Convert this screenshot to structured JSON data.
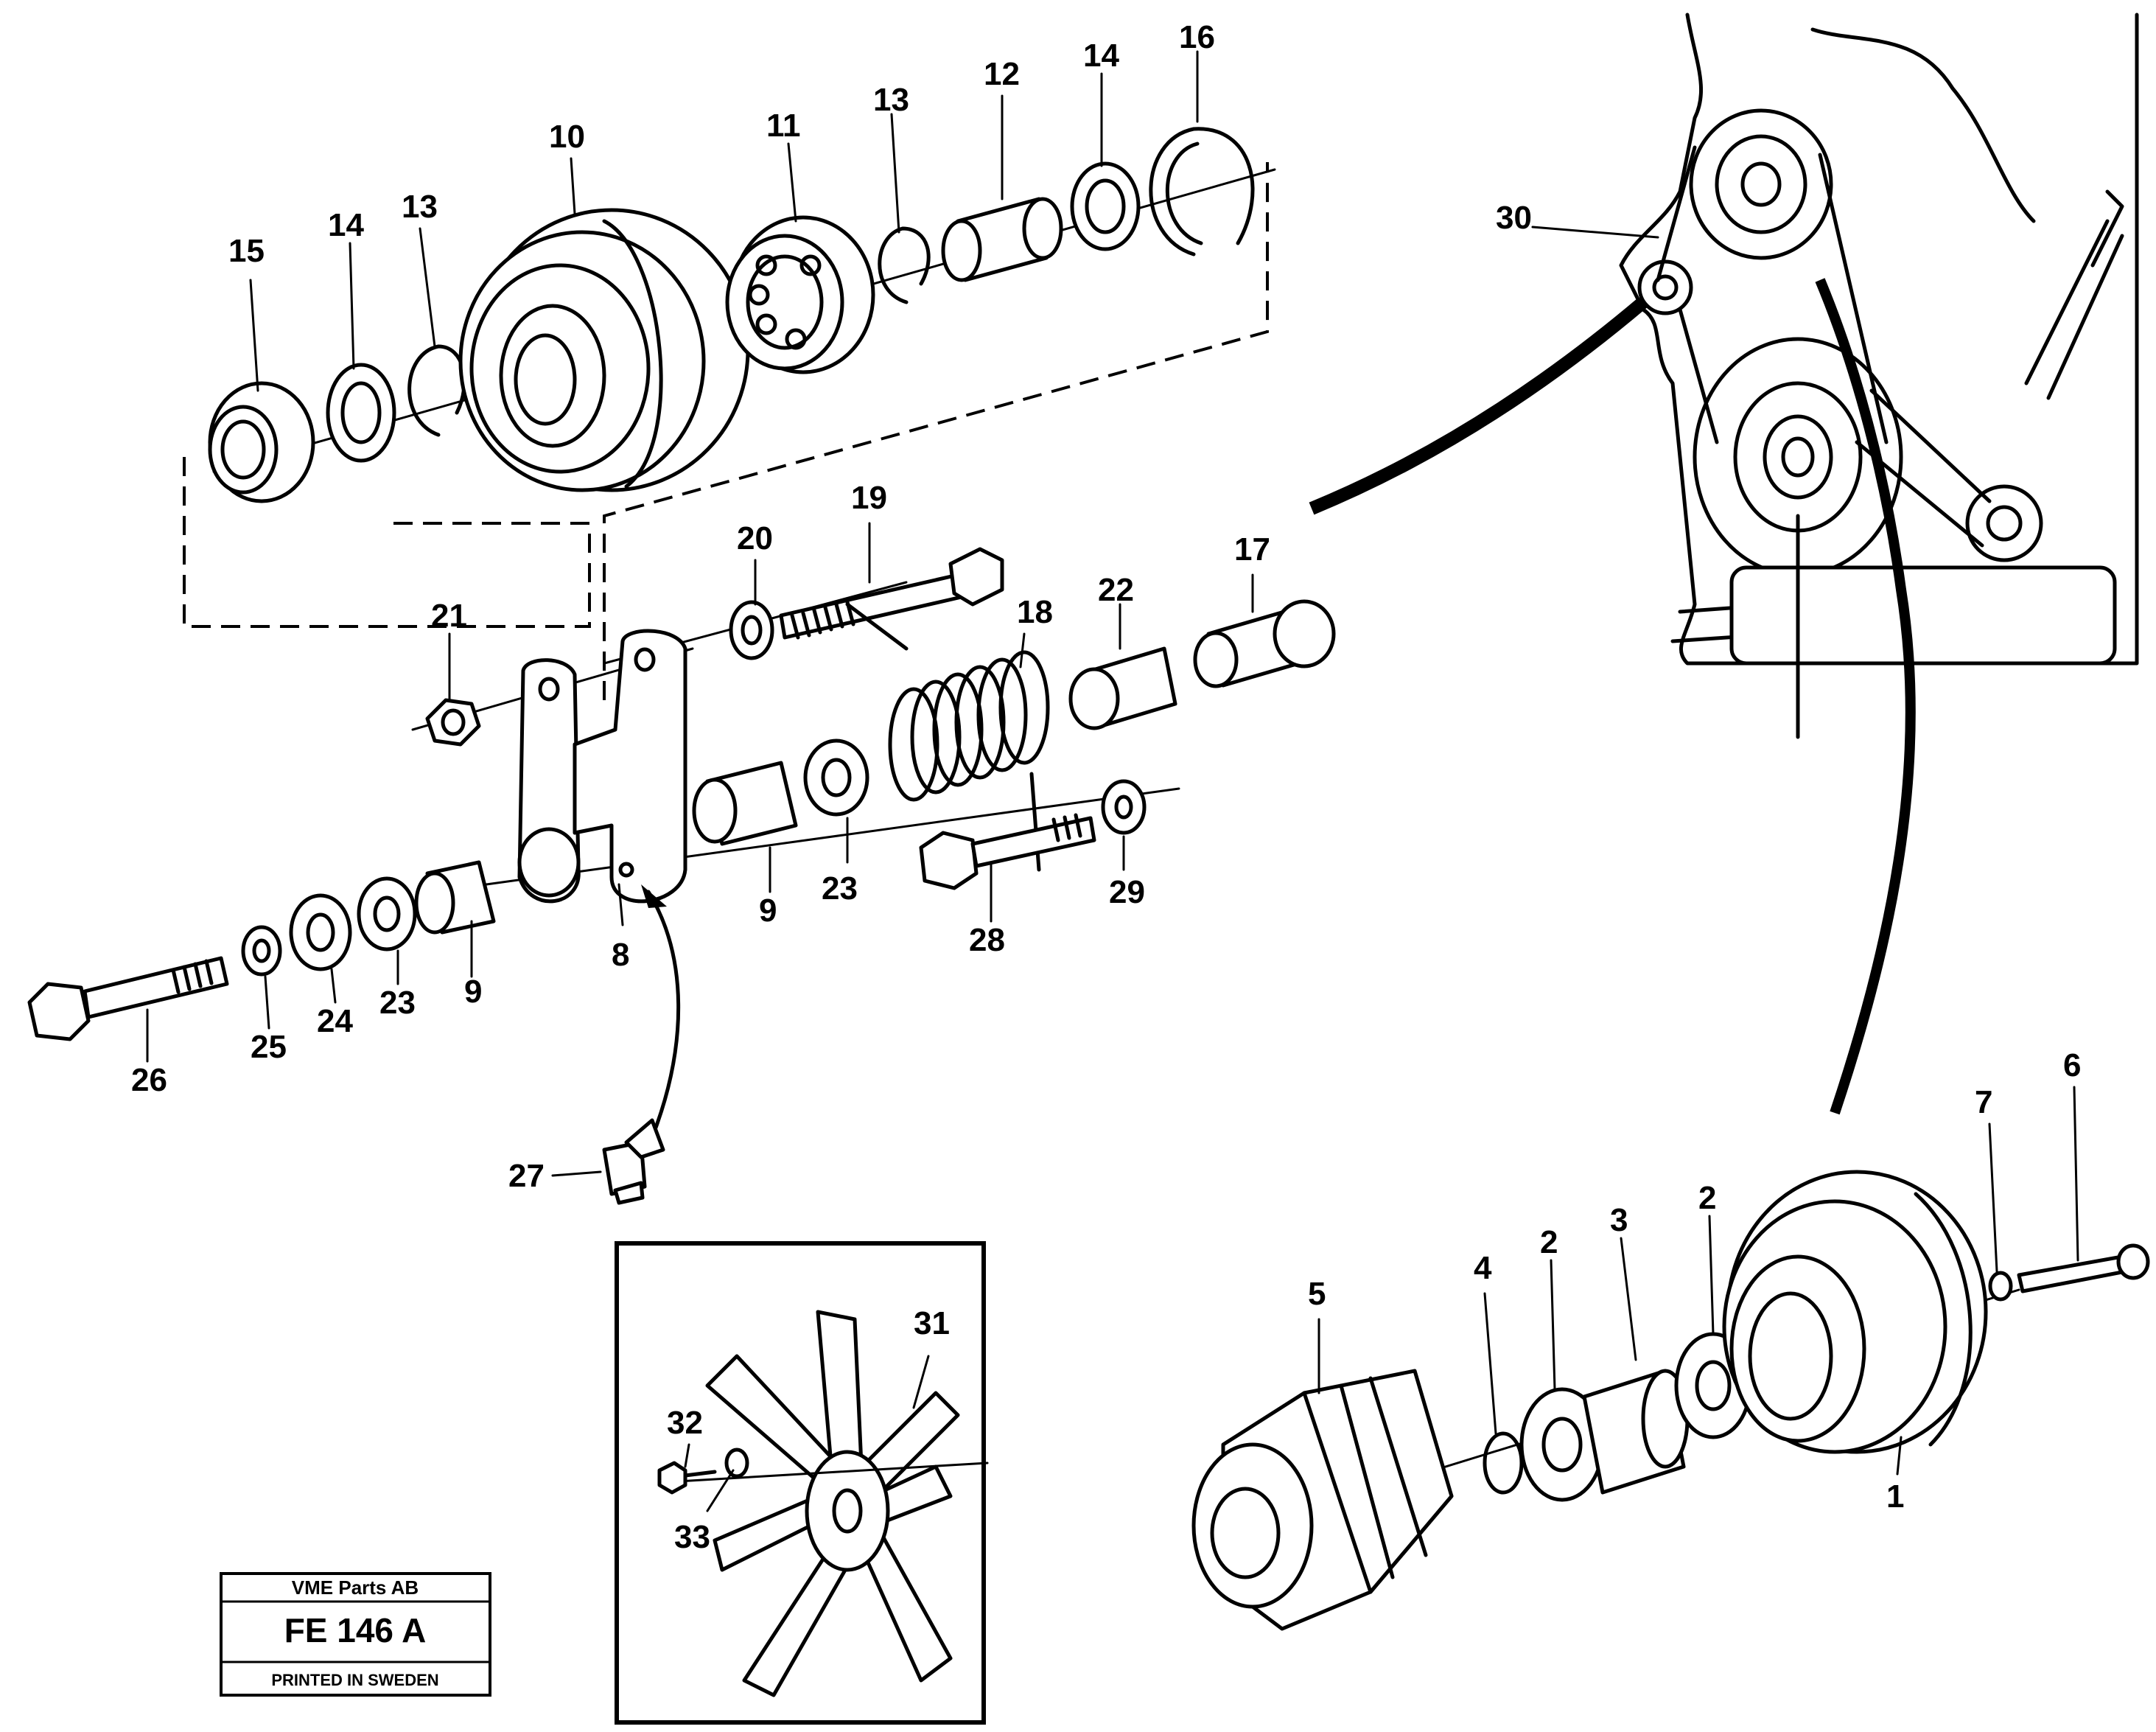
{
  "stamp": {
    "company": "VME Parts AB",
    "code": "FE 146 A",
    "printed": "PRINTED IN SWEDEN"
  },
  "callouts": {
    "n1": "1",
    "n2a": "2",
    "n2b": "2",
    "n3": "3",
    "n4": "4",
    "n5": "5",
    "n6": "6",
    "n7": "7",
    "n8": "8",
    "n9a": "9",
    "n9b": "9",
    "n10": "10",
    "n11": "11",
    "n12": "12",
    "n13a": "13",
    "n13b": "13",
    "n14a": "14",
    "n14b": "14",
    "n15": "15",
    "n16": "16",
    "n17": "17",
    "n18": "18",
    "n19": "19",
    "n20": "20",
    "n21": "21",
    "n22": "22",
    "n23a": "23",
    "n23b": "23",
    "n24": "24",
    "n25": "25",
    "n26": "26",
    "n27": "27",
    "n28": "28",
    "n29": "29",
    "n30": "30",
    "n31": "31",
    "n32": "32",
    "n33": "33"
  }
}
